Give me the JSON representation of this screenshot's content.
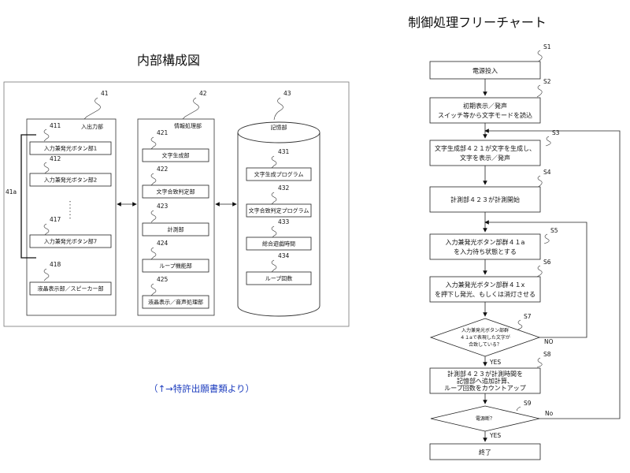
{
  "left": {
    "title": "内部構成図",
    "source_note": "（↑→特許出願書類より）",
    "bracket_label": "41a",
    "io_panel": {
      "ref": "41",
      "title": "入出力部",
      "items": [
        {
          "ref": "411",
          "label": "入力兼発光ボタン部1"
        },
        {
          "ref": "412",
          "label": "入力兼発光ボタン部2"
        },
        {
          "ref": "417",
          "label": "入力兼発光ボタン部7"
        },
        {
          "ref": "418",
          "label": "液晶表示部／スピーカー部"
        }
      ]
    },
    "proc_panel": {
      "ref": "42",
      "title": "情報処理部",
      "items": [
        {
          "ref": "421",
          "label": "文字生成部"
        },
        {
          "ref": "422",
          "label": "文字合致判定部"
        },
        {
          "ref": "423",
          "label": "計測部"
        },
        {
          "ref": "424",
          "label": "ループ機能部"
        },
        {
          "ref": "425",
          "label": "液晶表示／音声処理部"
        }
      ]
    },
    "storage_panel": {
      "ref": "43",
      "title": "記憶部",
      "items": [
        {
          "ref": "431",
          "label": "文字生成プログラム"
        },
        {
          "ref": "432",
          "label": "文字合致判定プログラム"
        },
        {
          "ref": "433",
          "label": "総合遊戯時間"
        },
        {
          "ref": "434",
          "label": "ループ回数"
        }
      ]
    }
  },
  "flowchart": {
    "title": "制御処理フリーチャート",
    "steps": [
      {
        "id": "S1",
        "lines": [
          "電源投入"
        ]
      },
      {
        "id": "S2",
        "lines": [
          "初期表示／発声",
          "スイッチ等から文字モードを読込"
        ]
      },
      {
        "id": "S3",
        "lines": [
          "文字生成部４２１が文字を生成し、",
          "文字を表示／発声"
        ]
      },
      {
        "id": "S4",
        "lines": [
          "計測部４２３が計測開始"
        ]
      },
      {
        "id": "S5",
        "lines": [
          "入力兼発光ボタン部群４１a",
          "を入力待ち状態とする"
        ]
      },
      {
        "id": "S6",
        "lines": [
          "入力兼発光ボタン部群４１x",
          "を押下し発光、もしくは消灯させる"
        ]
      },
      {
        "id": "S7",
        "lines": [
          "入力兼発光ボタン部群",
          "４１aで表現した文字が",
          "合致している？"
        ]
      },
      {
        "id": "S8",
        "lines": [
          "計測部４２３が計測時間を",
          "記憶部へ追加計算、",
          "ループ回数をカウントアップ"
        ]
      },
      {
        "id": "S9",
        "lines": [
          "電源断？"
        ]
      }
    ],
    "end": "終了",
    "yes": "YES",
    "no": "NO",
    "yes2": "YES",
    "no2": "No"
  }
}
